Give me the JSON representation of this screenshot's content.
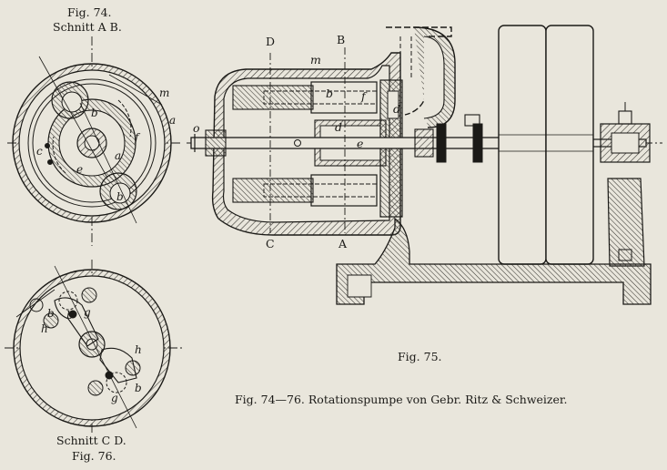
{
  "fig74": {
    "number": "Fig. 74.",
    "section": "Schnitt A B."
  },
  "fig75": {
    "number": "Fig. 75."
  },
  "fig76": {
    "section": "Schnitt C D.",
    "number": "Fig. 76."
  },
  "caption": "Fig. 74—76.  Rotationspumpe von Gebr. Ritz & Schweizer.",
  "labels": {
    "m": "m",
    "a": "a",
    "b": "b",
    "c": "c",
    "e": "e",
    "f": "f",
    "d": "d",
    "o": "o",
    "g": "g",
    "h": "h",
    "A": "A",
    "B": "B",
    "C": "C",
    "D": "D"
  },
  "colors": {
    "paper": "#e9e6dc",
    "ink": "#1b1a17",
    "hatch": "#3a3833"
  }
}
